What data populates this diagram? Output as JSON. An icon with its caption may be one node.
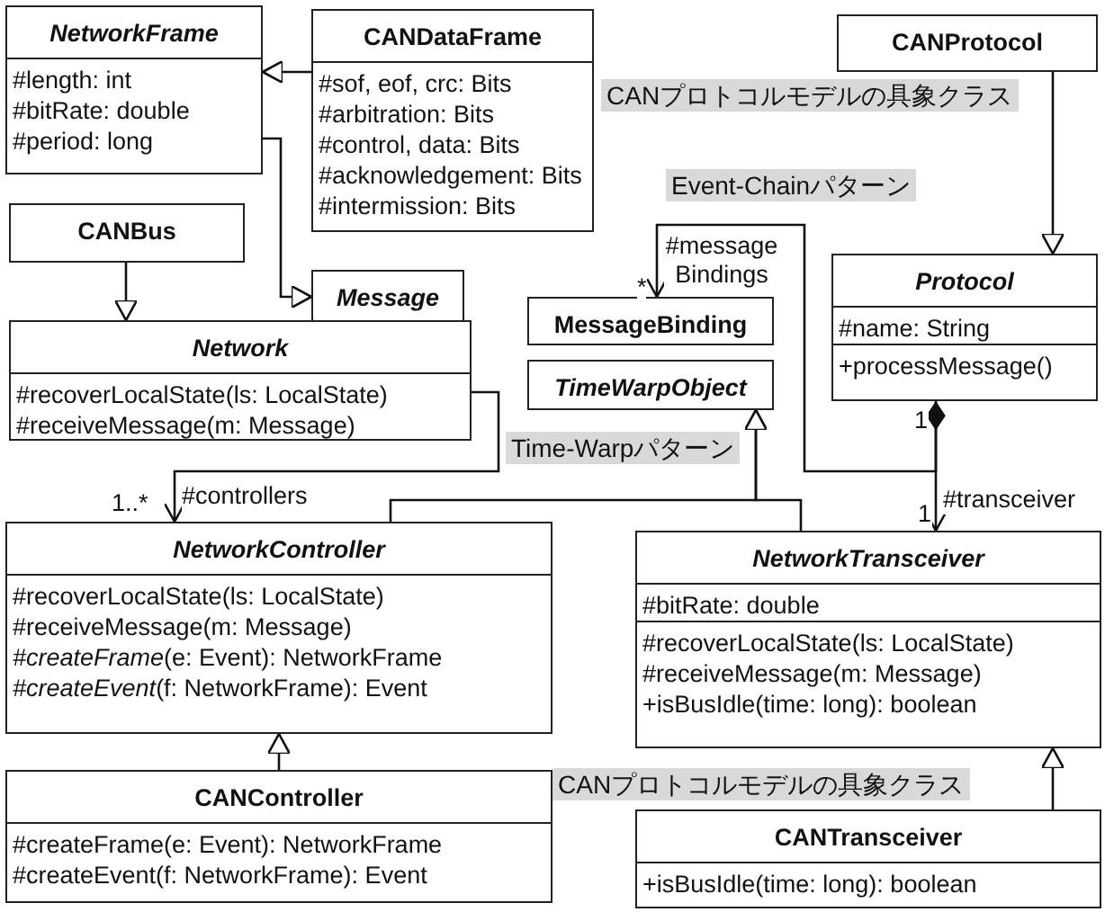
{
  "diagram": {
    "nodes": [
      {
        "text": [
          "NetworkFrame",
          "#length: int",
          "#bitRate: double",
          "#period: long"
        ]
      },
      {
        "text": [
          "CANDataFrame",
          "#sof, eof, crc: Bits",
          "#arbitration: Bits",
          "#control, data: Bits",
          "#acknowledgement: Bits",
          "#intermission: Bits"
        ]
      },
      {
        "text": [
          "CANProtocol"
        ]
      },
      {
        "text": [
          "CANBus"
        ]
      },
      {
        "text": [
          "Message"
        ]
      },
      {
        "text": [
          "Protocol",
          "#name: String",
          "+processMessage()"
        ]
      },
      {
        "text": [
          "MessageBinding"
        ]
      },
      {
        "text": [
          "TimeWarpObject"
        ]
      },
      {
        "text": [
          "Network",
          "#recoverLocalState(ls: LocalState)",
          "#receiveMessage(m: Message)"
        ]
      },
      {
        "text": [
          "NetworkController",
          "#recoverLocalState(ls: LocalState)",
          "#receiveMessage(m: Message)",
          "*#createFrame*(e: Event): NetworkFrame",
          "*#createEvent*(f: NetworkFrame): Event"
        ]
      },
      {
        "text": [
          "NetworkTransceiver",
          "#bitRate: double",
          "#recoverLocalState(ls: LocalState)",
          "#receiveMessage(m: Message)",
          "+isBusIdle(time: long): boolean"
        ]
      },
      {
        "text": [
          "CANController",
          "#createFrame(e: Event): NetworkFrame",
          "#createEvent(f: NetworkFrame): Event"
        ]
      },
      {
        "text": [
          "CANTransceiver",
          "+isBusIdle(time: long): boolean"
        ]
      }
    ],
    "edges": [
      {
        "from": 1,
        "to": 0,
        "arrow": "to"
      },
      {
        "from": 0,
        "to": 4,
        "arrow": "to"
      },
      {
        "from": 3,
        "to": 8,
        "arrow": "to"
      },
      {
        "from": 2,
        "to": 5,
        "arrow": "to"
      },
      {
        "from": 5,
        "to": 10,
        "arrow": "to",
        "label": "#transceiver"
      },
      {
        "from": 5,
        "to": 6,
        "arrow": "to",
        "label": "#message Bindings"
      },
      {
        "from": 8,
        "to": 9,
        "arrow": "to",
        "label": "#controllers"
      },
      {
        "from": 9,
        "to": 7,
        "arrow": "to"
      },
      {
        "from": 10,
        "to": 7,
        "arrow": "to"
      },
      {
        "from": 11,
        "to": 9,
        "arrow": "to"
      },
      {
        "from": 12,
        "to": 10,
        "arrow": "to"
      }
    ],
    "labels": [
      "CANプロトコルモデルの具象クラス",
      "Event-Chainパターン",
      "*",
      "Time-Warpパターン",
      "1..*",
      "1",
      "1",
      "CANプロトコルモデルの具象クラス"
    ]
  }
}
